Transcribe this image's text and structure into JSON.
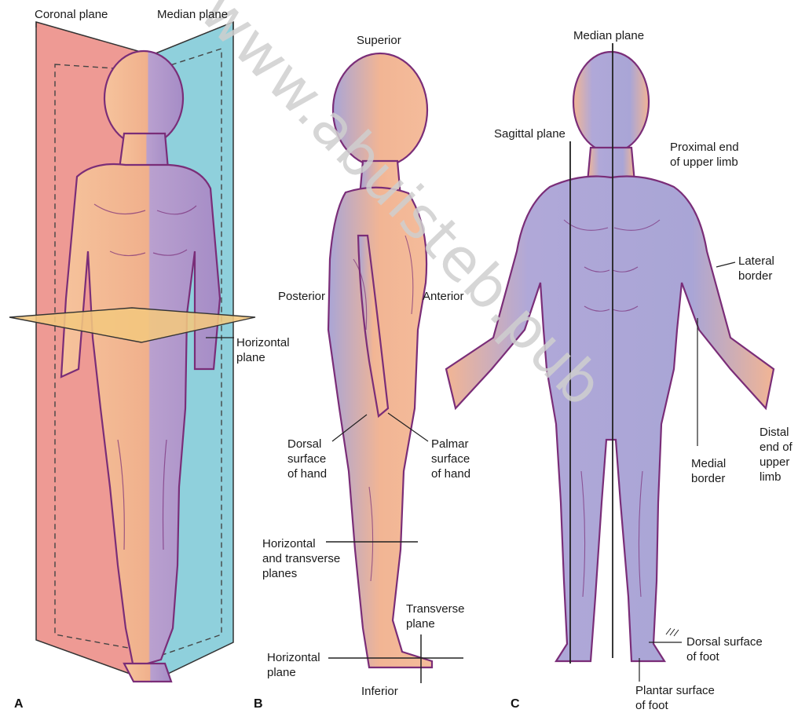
{
  "panels": [
    "A",
    "B",
    "C"
  ],
  "panel_a": {
    "coronal_plane": "Coronal plane",
    "median_plane": "Median plane",
    "horizontal_plane": "Horizontal\nplane"
  },
  "panel_b": {
    "superior": "Superior",
    "posterior": "Posterior",
    "anterior": "Anterior",
    "dorsal_surface_of_hand": "Dorsal\nsurface\nof hand",
    "palmar_surface_of_hand": "Palmar\nsurface\nof hand",
    "horizontal_transverse": "Horizontal\nand transverse\nplanes",
    "transverse_plane": "Transverse\nplane",
    "horizontal_plane": "Horizontal\nplane",
    "inferior": "Inferior"
  },
  "panel_c": {
    "median_plane": "Median plane",
    "sagittal_plane": "Sagittal plane",
    "proximal_end": "Proximal end\nof upper limb",
    "lateral_border": "Lateral\nborder",
    "medial_border": "Medial\nborder",
    "distal_end": "Distal\nend of\nupper\nlimb",
    "dorsal_surface_of_foot": "Dorsal surface\nof foot",
    "plantar_surface_of_foot": "Plantar surface\nof foot"
  },
  "watermark": "www.abuisteb.pub",
  "colors": {
    "coronal": "#ee9a94",
    "median": "#8fd0dc",
    "horizontal": "#f2c77e",
    "skin": "#f3b48c",
    "shadow": "#a9a5d6",
    "outline": "#7a2d78"
  }
}
